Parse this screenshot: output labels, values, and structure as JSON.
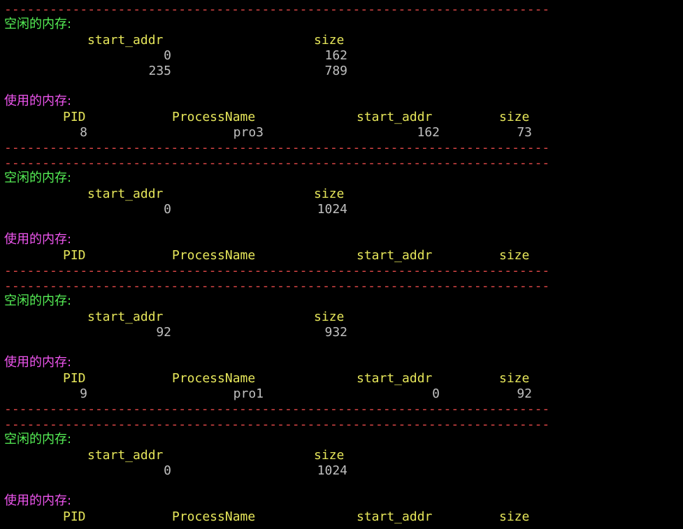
{
  "terminal": {
    "separator": "--------------------------------------------------------------------------------------------",
    "free_heading": "空闲的内存:",
    "used_heading": "使用的内存:",
    "free_columns": {
      "start_addr": "start_addr",
      "size": "size"
    },
    "used_columns": {
      "pid": "PID",
      "process_name": "ProcessName",
      "start_addr": "start_addr",
      "size": "size"
    },
    "blocks": [
      {
        "free": [
          {
            "start_addr": "0",
            "size": "162"
          },
          {
            "start_addr": "235",
            "size": "789"
          }
        ],
        "used": [
          {
            "pid": "8",
            "process_name": "pro3",
            "start_addr": "162",
            "size": "73"
          }
        ]
      },
      {
        "free": [
          {
            "start_addr": "0",
            "size": "1024"
          }
        ],
        "used": []
      },
      {
        "free": [
          {
            "start_addr": "92",
            "size": "932"
          }
        ],
        "used": [
          {
            "pid": "9",
            "process_name": "pro1",
            "start_addr": "0",
            "size": "92"
          }
        ]
      },
      {
        "free": [
          {
            "start_addr": "0",
            "size": "1024"
          }
        ],
        "used": []
      }
    ]
  }
}
